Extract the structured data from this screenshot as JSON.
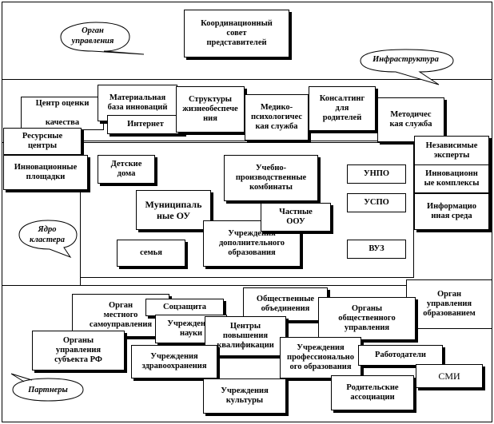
{
  "callouts": {
    "governance": "Орган\nуправления",
    "infrastructure": "Инфраструктура",
    "core": "Ядро\nкластера",
    "partners": "Партнеры"
  },
  "boxes": {
    "coord_council": "Координационный\nсовет\nпредставителей",
    "quality_center": "Центр   оценки\n\nкачества",
    "material_base": "Материальная\nбаза инноваций",
    "internet": "Интернет",
    "life_support": "Структуры\nжизнеобеспече\nния",
    "med_psych": "Медико-\nпсихологичес\nкая служба",
    "parent_consult": "Консалтинг\nдля\nродителей",
    "method_service": "Методичес\nкая служба",
    "resource_centers": "Ресурсные\nцентры",
    "independent_experts": "Независимые\nэксперты",
    "innov_sites": "Инновационные\nплощадки",
    "orphanages": "Детские\nдома",
    "training_plants": "Учебно-\nпроизводственные\nкомбинаты",
    "unpo": "УНПО",
    "spo": "УСПО",
    "innov_complexes": "Инновационн\nые комплексы",
    "info_env": "Информацио\nнная среда",
    "municipal": "Муниципаль\nные ОУ",
    "private": "Частные\nООУ",
    "addl_ed": "Учреждения\nдополнительного\nобразования",
    "family": "семья",
    "vuz": "ВУЗ",
    "public_assoc": "Общественные\nобъединения",
    "ed_authority": "Орган\nуправления\nобразованием",
    "local_gov": "Орган\nместного\nсамоуправления",
    "soc_protect": "Соцзащита",
    "science": "Учреждения\nнауки",
    "public_gov": "Органы\nобщественного\nуправления",
    "adv_training": "Центры\nповышения\nквалификации",
    "regional_gov": "Органы\nуправления\nсубъекта РФ",
    "health": "Учреждения\nздравоохранения",
    "prof_ed": "Учреждения\nпрофессионально\nого образования",
    "employers": "Работодатели",
    "media": "СМИ",
    "culture": "Учреждения\nкультуры",
    "parent_assoc": "Родительские\nассоциации"
  }
}
